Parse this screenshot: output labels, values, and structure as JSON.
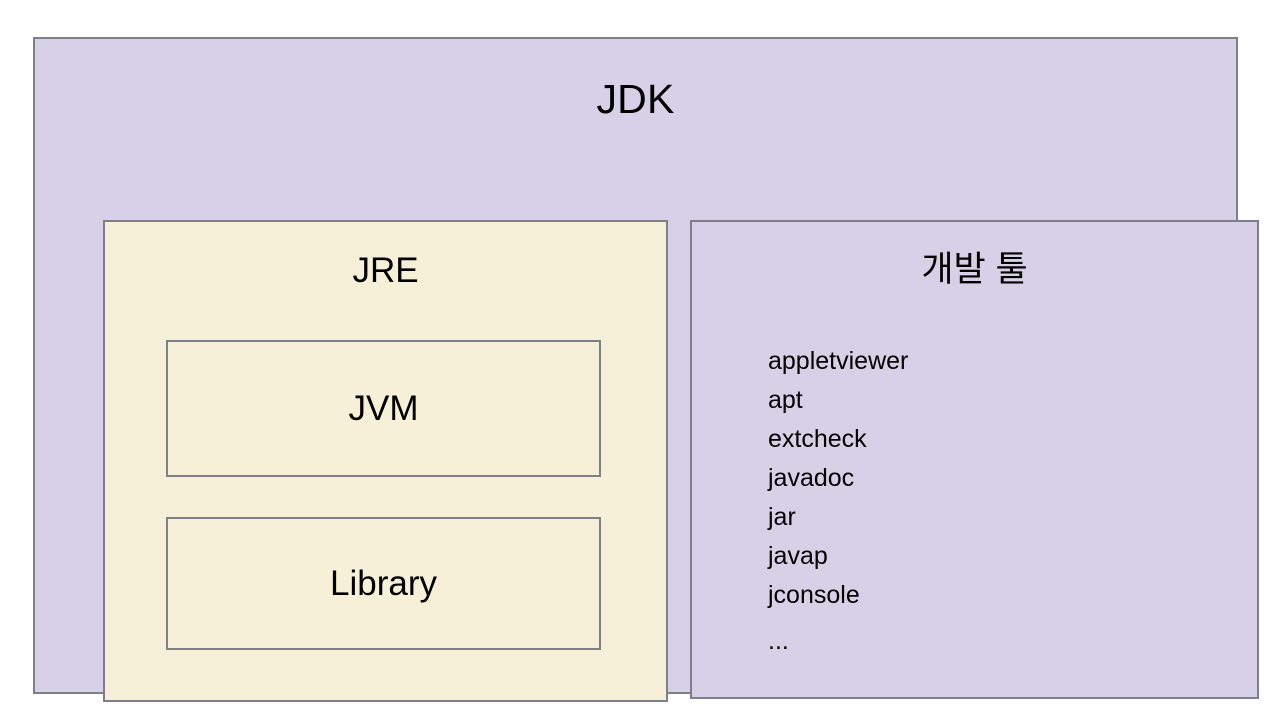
{
  "diagram": {
    "title": "JDK",
    "background_color": "#ffffff",
    "outer": {
      "label": "JDK",
      "fill_color": "#d6d1e6",
      "border_color": "#7f7f8c"
    },
    "jre": {
      "label": "JRE",
      "fill_color": "#f7f0d8",
      "border_color": "#7f7f8c",
      "children": [
        {
          "label": "JVM"
        },
        {
          "label": "Library"
        }
      ]
    },
    "devtools": {
      "label": "개발 툴",
      "fill_color": "#d6d1e6",
      "border_color": "#7f7f8c",
      "tools": [
        "appletviewer",
        "apt",
        "extcheck",
        "javadoc",
        "jar",
        "javap",
        "jconsole"
      ],
      "ellipsis": "..."
    }
  }
}
